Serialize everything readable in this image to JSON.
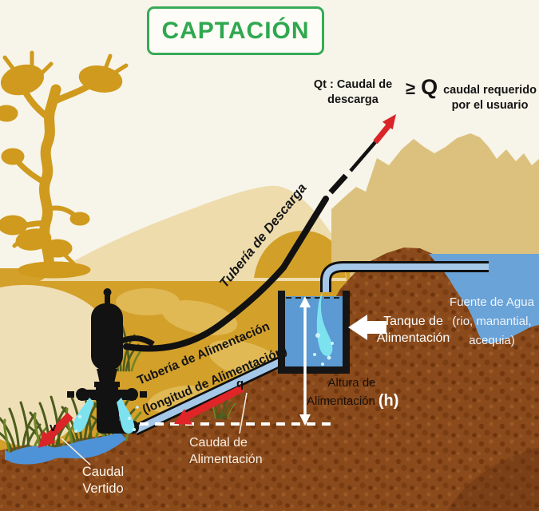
{
  "title": "CAPTACIÓN",
  "formula": {
    "qt_line1": "Qt : Caudal de",
    "qt_line2": "descarga",
    "operator": "≥",
    "q_symbol": "Q",
    "q_desc_line1": "caudal requerido",
    "q_desc_line2": "por el usuario"
  },
  "labels": {
    "discharge_pipe": "Tubería de Descarga",
    "feed_pipe_line1": "Tubería de Alimentación",
    "feed_pipe_line2": "(longitud de Alimentación)",
    "feed_flow_symbol": "q",
    "feed_flow_line1": "Caudal de",
    "feed_flow_line2": "Alimentación",
    "tank_line1": "Tanque de",
    "tank_line2": "Alimentación",
    "source_line1": "Fuente de Agua",
    "source_line2": "(rio, manantial,",
    "source_line3": "acequia)",
    "head_line1": "Altura de",
    "head_line2": "Alimentación",
    "head_symbol": "(h)",
    "spilled_symbol": "v",
    "spilled_line1": "Caudal",
    "spilled_line2": "Vertido"
  },
  "colors": {
    "title_green": "#2fa84f",
    "arrow_red": "#da2428",
    "water_blue": "#5b9ad2",
    "source_blue": "#6aa3d8",
    "pipe_blue": "#a6c8e8",
    "splash_cyan": "#7de2f0",
    "soil_brown": "#8a4a1b",
    "hill_gold": "#d3a02a",
    "tree_gold": "#cf9a1d",
    "ridge_tan": "#dcc17e",
    "background_cream": "#f7f4e9"
  }
}
